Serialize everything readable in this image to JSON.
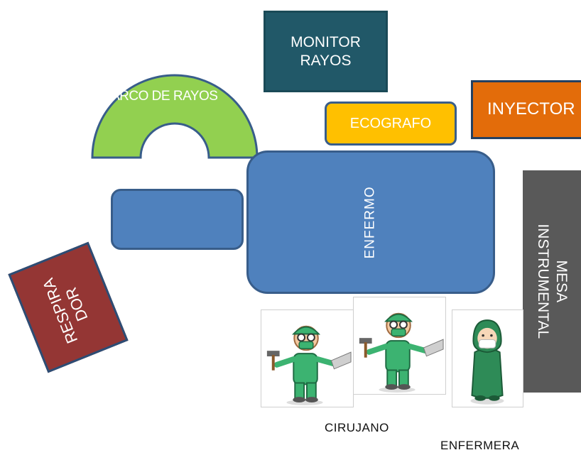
{
  "equipment": {
    "monitor_line1": "MONITOR",
    "monitor_line2": "RAYOS",
    "arco": "ARCO DE RAYOS",
    "ecografo": "ECOGRAFO",
    "inyector": "INYECTOR",
    "enfermo": "ENFERMO",
    "mesa_line1": "MESA",
    "mesa_line2": "INSTRUMENTAL",
    "respirador_line1": "RESPIRA",
    "respirador_line2": "DOR"
  },
  "staff": {
    "cirujano": "CIRUJANO",
    "enfermera": "ENFERMERA"
  },
  "colors": {
    "monitor": "#215868",
    "arco": "#92D050",
    "ecografo": "#FFC000",
    "inyector": "#E36C0A",
    "enfermo": "#4F81BD",
    "mesa": "#595959",
    "respirador": "#943634",
    "scrubs": "#3CB371"
  }
}
